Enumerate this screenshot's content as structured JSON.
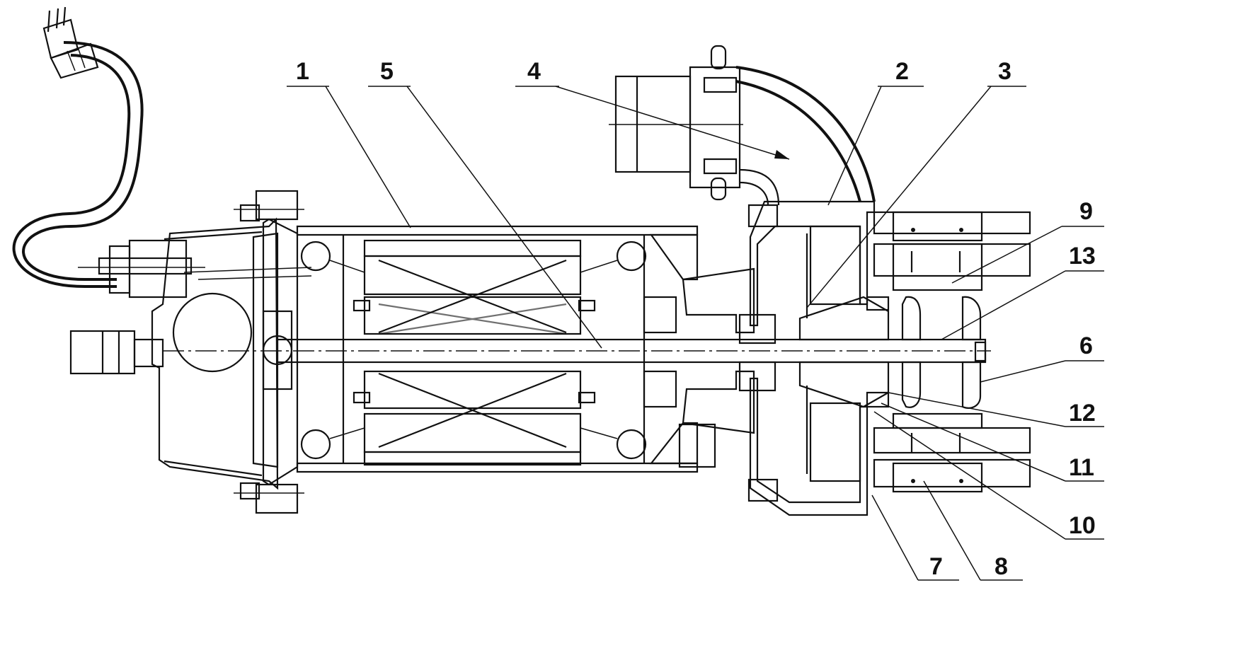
{
  "callouts": [
    {
      "id": "1",
      "label": "1"
    },
    {
      "id": "5",
      "label": "5"
    },
    {
      "id": "4",
      "label": "4"
    },
    {
      "id": "2",
      "label": "2"
    },
    {
      "id": "3",
      "label": "3"
    },
    {
      "id": "9",
      "label": "9"
    },
    {
      "id": "13",
      "label": "13"
    },
    {
      "id": "6",
      "label": "6"
    },
    {
      "id": "12",
      "label": "12"
    },
    {
      "id": "11",
      "label": "11"
    },
    {
      "id": "10",
      "label": "10"
    },
    {
      "id": "7",
      "label": "7"
    },
    {
      "id": "8",
      "label": "8"
    }
  ],
  "colors": {
    "ink": "#111111",
    "paper": "#ffffff"
  }
}
